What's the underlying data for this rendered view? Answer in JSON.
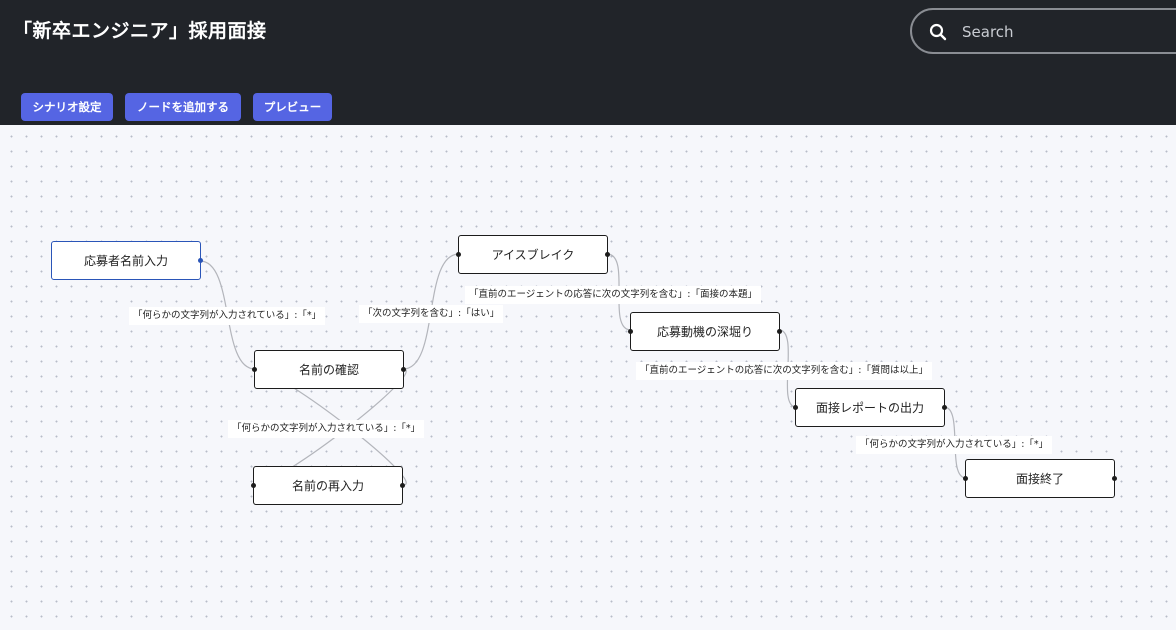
{
  "header": {
    "title": "「新卒エンジニア」採用面接"
  },
  "search": {
    "placeholder": "Search",
    "value": "",
    "icon": "search-icon"
  },
  "toolbar": {
    "scenario_settings_label": "シナリオ設定",
    "add_node_label": "ノードを追加する",
    "preview_label": "プレビュー",
    "accent_color": "#5565e3"
  },
  "flow": {
    "nodes": [
      {
        "id": "applicant_name",
        "label": "応募者名前入力"
      },
      {
        "id": "name_confirm",
        "label": "名前の確認"
      },
      {
        "id": "name_reinput",
        "label": "名前の再入力"
      },
      {
        "id": "icebreak",
        "label": "アイスブレイク"
      },
      {
        "id": "motivation",
        "label": "応募動機の深堀り"
      },
      {
        "id": "report",
        "label": "面接レポートの出力"
      },
      {
        "id": "end",
        "label": "面接終了"
      }
    ],
    "edge_labels": [
      "「何らかの文字列が入力されている」:「*」",
      "「次の文字列を含む」:「はい」",
      "「何らかの文字列が入力されている」:「*」",
      "「直前のエージェントの応答に次の文字列を含む」:「面接の本題」",
      "「直前のエージェントの応答に次の文字列を含む」:「質問は以上」",
      "「何らかの文字列が入力されている」:「*」"
    ]
  }
}
